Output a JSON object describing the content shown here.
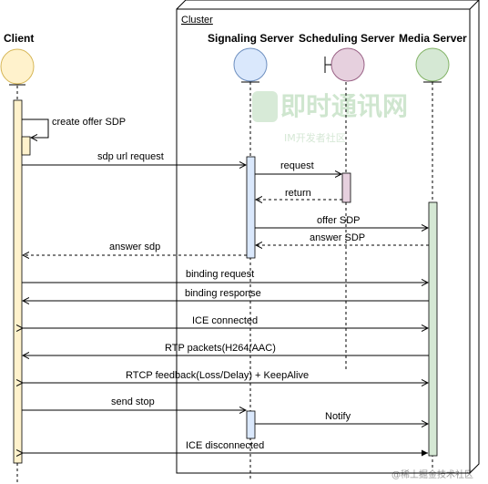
{
  "cluster_label": "Cluster",
  "actors": {
    "client": "Client",
    "signaling": "Signaling Server",
    "scheduling": "Scheduling Server",
    "media": "Media Server"
  },
  "messages": {
    "create_offer": "create offer SDP",
    "sdp_url_request": "sdp url request",
    "request": "request",
    "return": "return",
    "offer_sdp": "offer SDP",
    "answer_sdp_media": "answer SDP",
    "answer_sdp_client": "answer sdp",
    "binding_request": "binding request",
    "binding_response": "binding response",
    "ice_connected": "ICE connected",
    "rtp_packets": "RTP packets(H264/AAC)",
    "rtcp_feedback": "RTCP feedback(Loss/Delay) + KeepAlive",
    "send_stop": "send stop",
    "notify": "Notify",
    "ice_disconnected": "ICE disconnected"
  },
  "watermark": {
    "title": "即时通讯网",
    "subtitle": "IM开发者社区",
    "corner": "@稀土掘金技术社区"
  },
  "colors": {
    "client": "#fff2cc",
    "client_border": "#d6b656",
    "signaling": "#dae8fc",
    "signaling_border": "#6c8ebf",
    "scheduling": "#e6d0de",
    "scheduling_border": "#996185",
    "media": "#d5e8d4",
    "media_border": "#82b366"
  }
}
